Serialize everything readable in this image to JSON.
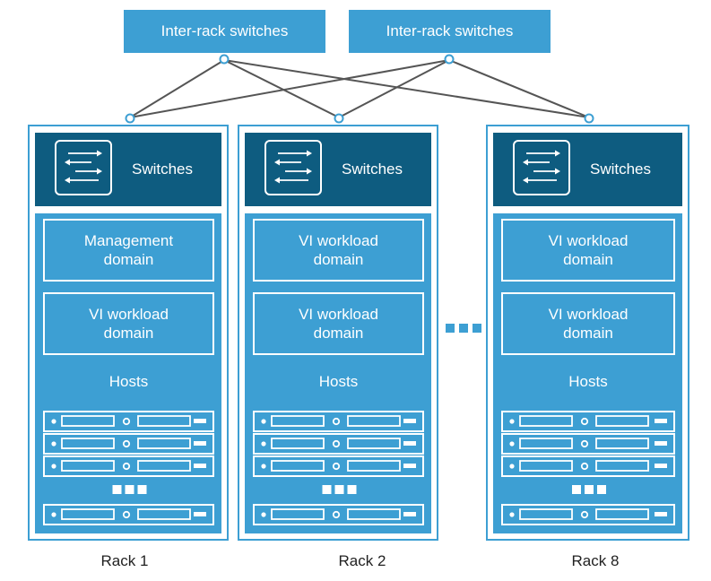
{
  "top_switches": [
    {
      "label": "Inter-rack switches"
    },
    {
      "label": "Inter-rack switches"
    }
  ],
  "racks": [
    {
      "name": "Rack 1",
      "switch_label": "Switches",
      "domains": [
        {
          "line1": "Management",
          "line2": "domain"
        },
        {
          "line1": "VI workload",
          "line2": "domain"
        }
      ],
      "hosts_label": "Hosts"
    },
    {
      "name": "Rack 2",
      "switch_label": "Switches",
      "domains": [
        {
          "line1": "VI workload",
          "line2": "domain"
        },
        {
          "line1": "VI workload",
          "line2": "domain"
        }
      ],
      "hosts_label": "Hosts"
    },
    {
      "name": "Rack 8",
      "switch_label": "Switches",
      "domains": [
        {
          "line1": "VI workload",
          "line2": "domain"
        },
        {
          "line1": "VI workload",
          "line2": "domain"
        }
      ],
      "hosts_label": "Hosts"
    }
  ],
  "colors": {
    "rack_fill": "#3d9fd3",
    "rack_border": "#3d9fd3",
    "switch_fill": "#0e5c80",
    "top_switch_fill": "#3d9fd3",
    "domain_border": "#ffffff",
    "link_line": "#555555"
  },
  "icons": {
    "switch": "switch-arrows-icon",
    "server": "server-unit-icon",
    "ellipsis": "ellipsis-squares-icon"
  }
}
